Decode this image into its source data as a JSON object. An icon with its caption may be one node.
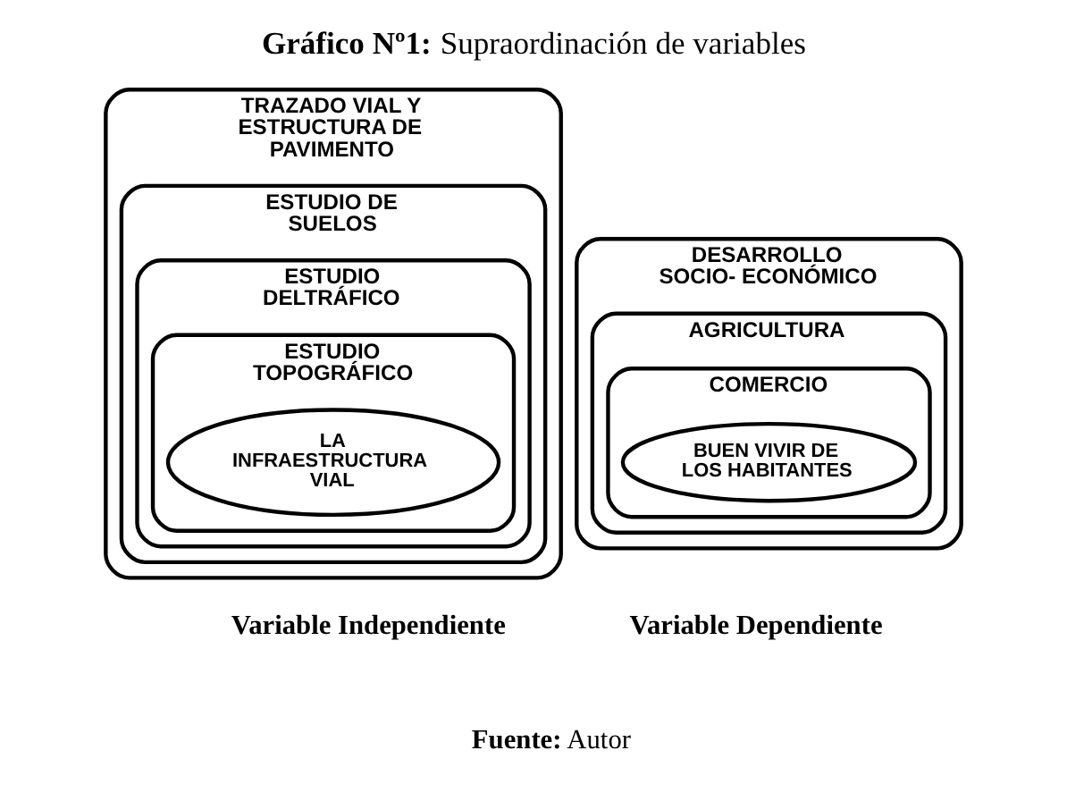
{
  "diagram": {
    "title": "**Gráfico Nº1:** Supraordinación de variables",
    "caption": "**Fuente:** Autor",
    "nodes": [
      {
        "text": [
          "TRAZADO VIAL Y ESTRUCTURA DE PAVIMENTO"
        ]
      },
      {
        "text": [
          "ESTUDIO DE SUELOS"
        ],
        "in": 0
      },
      {
        "text": [
          "ESTUDIO DELTRÁFICO"
        ],
        "in": 1
      },
      {
        "text": [
          "ESTUDIO TOPOGRÁFICO"
        ],
        "in": 2
      },
      {
        "text": [
          "LA INFRAESTRUCTURA VIAL"
        ],
        "in": 3
      },
      {
        "text": [
          "DESARROLLO SOCIO- ECONÓMICO"
        ]
      },
      {
        "text": [
          "AGRICULTURA"
        ],
        "in": 5
      },
      {
        "text": [
          "COMERCIO"
        ],
        "in": 6
      },
      {
        "text": [
          "BUEN VIVIR DE LOS HABITANTES"
        ],
        "in": 7
      }
    ],
    "edges": [],
    "labels": [
      "Variable Independiente",
      "Variable Dependiente"
    ]
  }
}
